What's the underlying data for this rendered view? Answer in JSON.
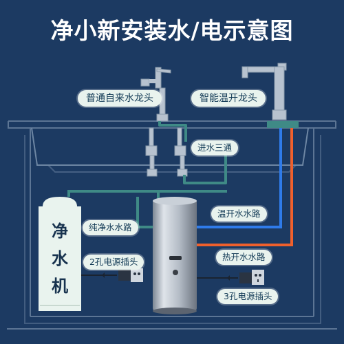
{
  "title": "净小新安装水/电示意图",
  "labels": {
    "tap_tap": "普通自来水龙头",
    "smart_tap": "智能温开龙头",
    "tee": "进水三通",
    "pure_line": "纯净水水路",
    "warm_line": "温开水水路",
    "hot_line": "热开水水路",
    "socket_2": "2孔电源插头",
    "socket_3": "3孔电源插头"
  },
  "purifier_chars": [
    "净",
    "水",
    "机"
  ],
  "colors": {
    "background": "#1c3a62",
    "pipe_green": "#3f8a86",
    "pipe_blue": "#2f7bea",
    "pipe_red": "#f0602c",
    "label_bg": "#e9f3ee"
  }
}
